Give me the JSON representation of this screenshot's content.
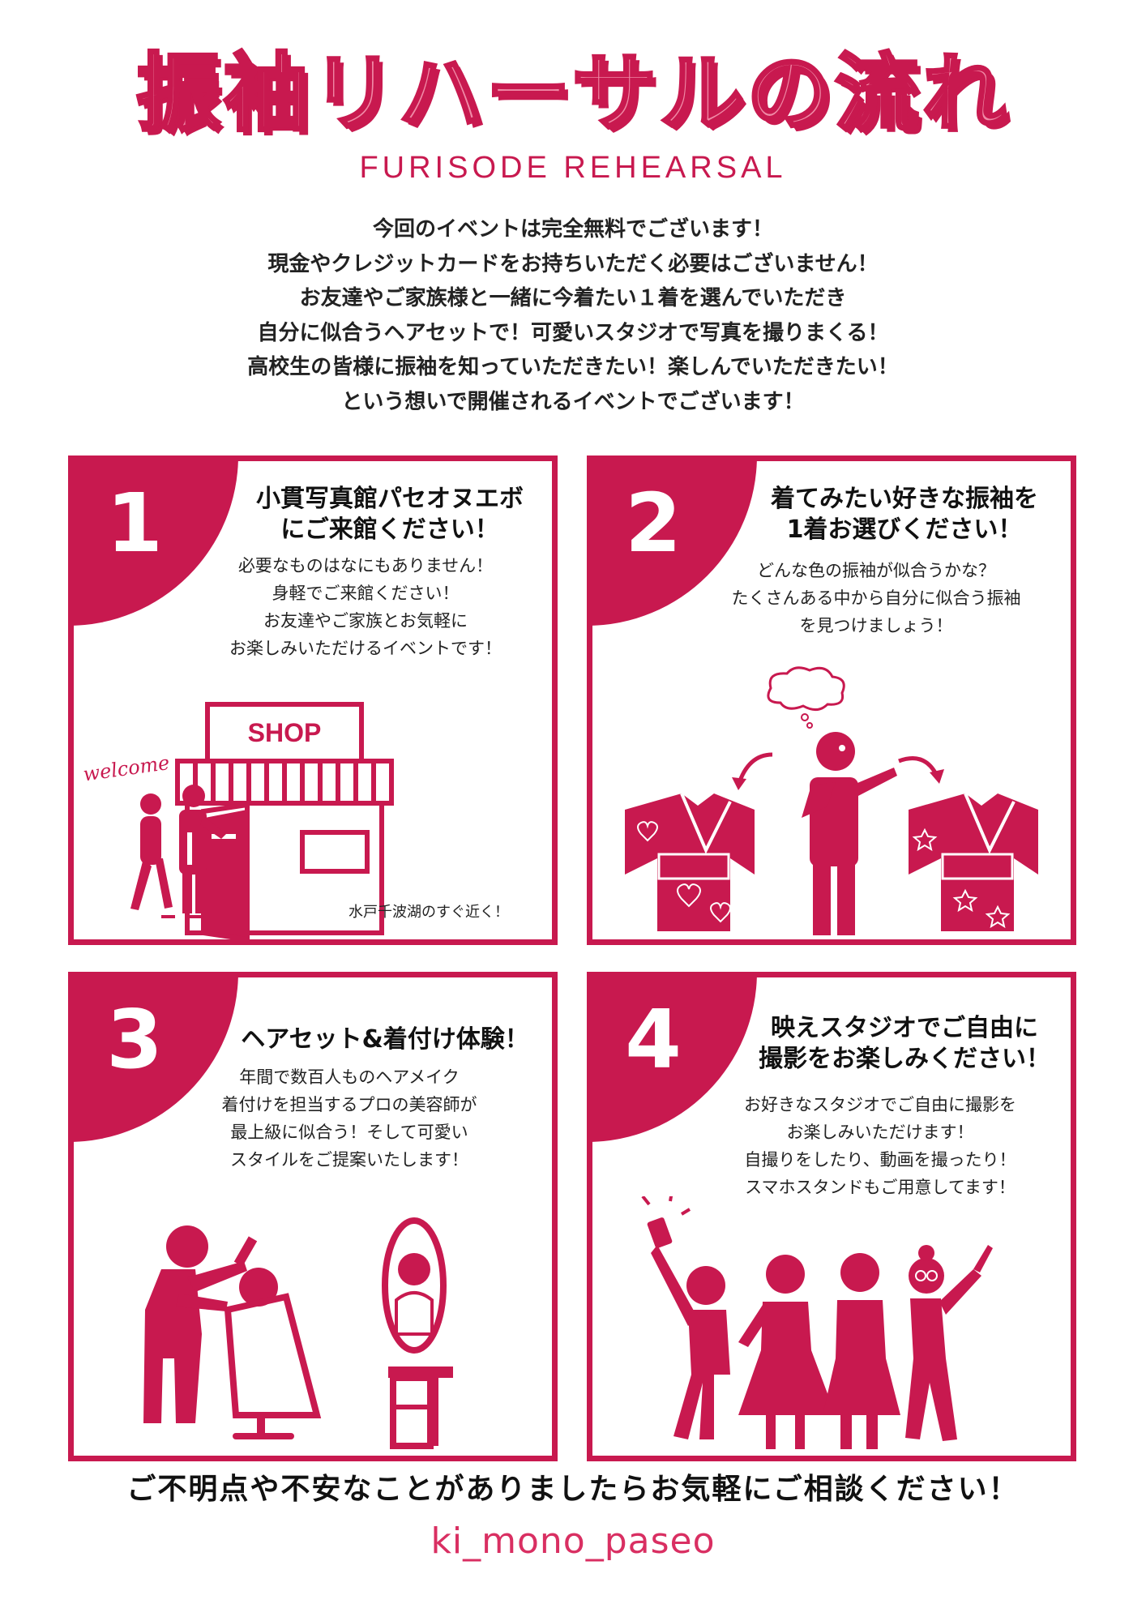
{
  "title": "振袖リハーサルの流れ",
  "subtitle": "FURISODE REHEARSAL",
  "intro_lines": [
    "今回のイベントは完全無料でございます！",
    "現金やクレジットカードをお持ちいただく必要はございません！",
    "お友達やご家族様と一緒に今着たい１着を選んでいただき",
    "自分に似合うヘアセットで！可愛いスタジオで写真を撮りまくる！",
    "高校生の皆様に振袖を知っていただきたい！楽しんでいただきたい！",
    "という想いで開催されるイベントでございます！"
  ],
  "steps": [
    {
      "number": "1",
      "heading": [
        "小貫写真館パセオヌエボ",
        "にご来館ください！"
      ],
      "text": [
        "必要なものはなにもありません！",
        "身軽でご来館ください！",
        "お友達やご家族とお気軽に",
        "お楽しみいただけるイベントです！"
      ],
      "shop_sign": "SHOP",
      "welcome": "welcome",
      "note": "水戸千波湖のすぐ近く！"
    },
    {
      "number": "2",
      "heading": [
        "着てみたい好きな振袖を",
        "1着お選びください！"
      ],
      "text": [
        "どんな色の振袖が似合うかな？",
        "たくさんある中から自分に似合う振袖",
        "を見つけましょう！"
      ]
    },
    {
      "number": "3",
      "heading": [
        "ヘアセット&着付け体験！"
      ],
      "text": [
        "年間で数百人ものヘアメイク",
        "着付けを担当するプロの美容師が",
        "最上級に似合う！そして可愛い",
        "スタイルをご提案いたします！"
      ]
    },
    {
      "number": "4",
      "heading": [
        "映えスタジオでご自由に",
        "撮影をお楽しみください！"
      ],
      "text": [
        "お好きなスタジオでご自由に撮影を",
        "お楽しみいただけます！",
        "自撮りをしたり、動画を撮ったり！",
        "スマホスタンドもご用意してます！"
      ]
    }
  ],
  "footer": "ご不明点や不安なことがありましたらお気軽にご相談ください！",
  "handle": "ki_mono_paseo",
  "colors": {
    "accent": "#c8194f",
    "title_fill": "#f08aa6"
  }
}
